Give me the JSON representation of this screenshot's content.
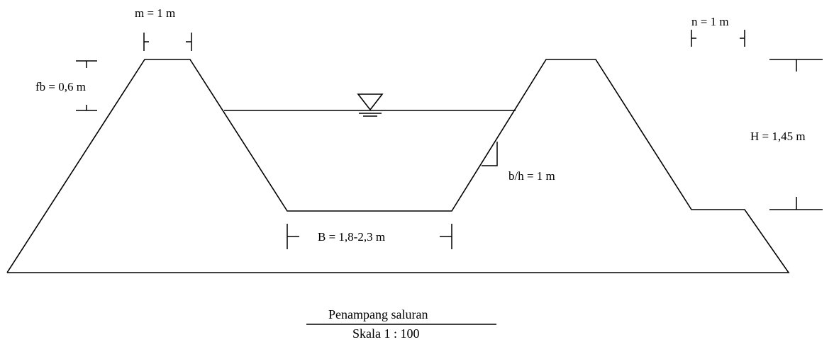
{
  "labels": {
    "m": "m = 1 m",
    "n": "n = 1 m",
    "fb": "fb = 0,6 m",
    "H": "H = 1,45 m",
    "bh": "b/h = 1 m",
    "B": "B = 1,8-2,3 m"
  },
  "title": "Penampang saluran",
  "scale": "Skala 1 : 100"
}
